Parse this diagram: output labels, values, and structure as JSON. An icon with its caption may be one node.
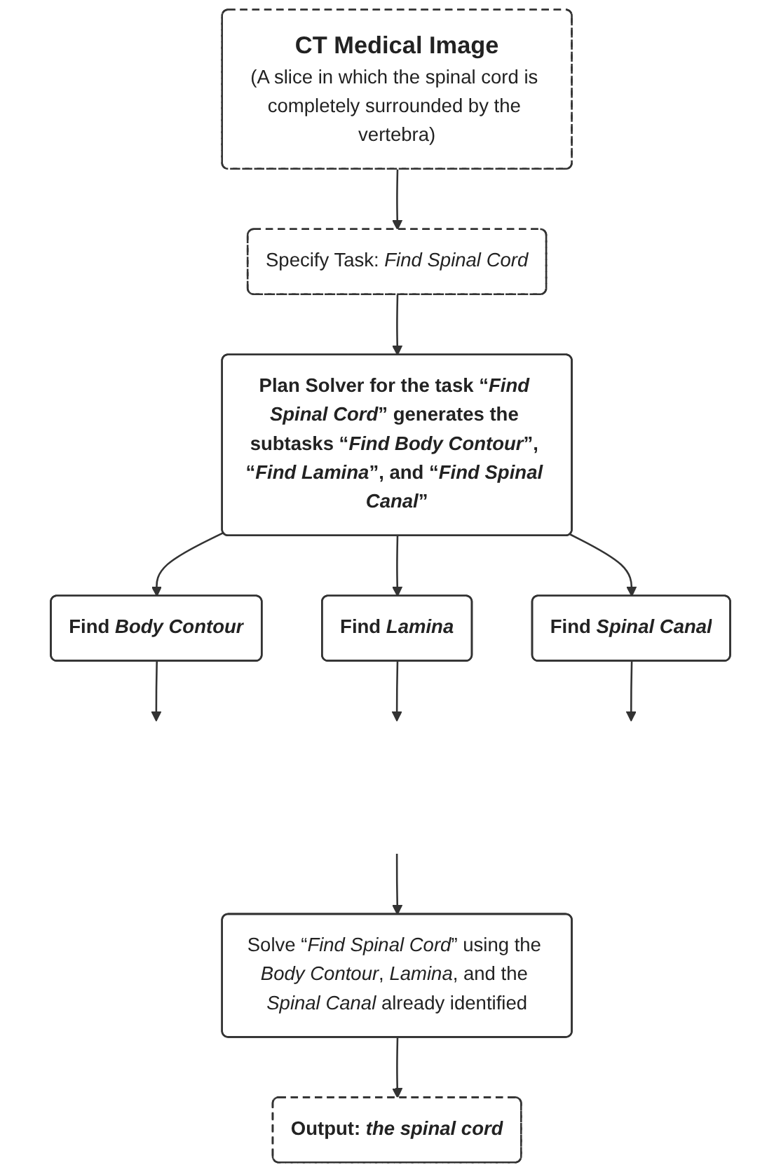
{
  "diagram": {
    "nodes": [
      {
        "text": [
          "CT Medical Image",
          "(A slice in which the spinal cord is completely surrounded by the vertebra)"
        ]
      },
      {
        "text": [
          "Specify Task: *Find Spinal Cord*"
        ]
      },
      {
        "text": [
          "Plan Solver for the task “*Find Spinal Cord*” generates the subtasks “*Find Body Contour*”, “*Find Lamina*”, and “*Find Spinal Canal*”"
        ]
      },
      {
        "text": [
          "Find *Body Contour*"
        ]
      },
      {
        "text": [
          "Find *Lamina*"
        ]
      },
      {
        "text": [
          "Find *Spinal Canal*"
        ]
      },
      {
        "text": [
          "Solve “*Find Spinal Cord*” using the *Body Contour*, *Lamina*, and the *Spinal Canal* already identified"
        ]
      },
      {
        "text": [
          "Output: *the spinal cord*"
        ]
      }
    ],
    "edges": [
      {
        "from": 0,
        "to": 1,
        "arrow": "to"
      },
      {
        "from": 1,
        "to": 2,
        "arrow": "to"
      },
      {
        "from": 2,
        "to": 3,
        "arrow": "to"
      },
      {
        "from": 2,
        "to": 4,
        "arrow": "to"
      },
      {
        "from": 2,
        "to": 5,
        "arrow": "to"
      },
      {
        "from": 3,
        "to": null,
        "arrow": "to"
      },
      {
        "from": 4,
        "to": null,
        "arrow": "to"
      },
      {
        "from": 5,
        "to": null,
        "arrow": "to"
      },
      {
        "from": null,
        "to": 6,
        "arrow": "to"
      },
      {
        "from": 6,
        "to": 7,
        "arrow": "to"
      }
    ]
  }
}
